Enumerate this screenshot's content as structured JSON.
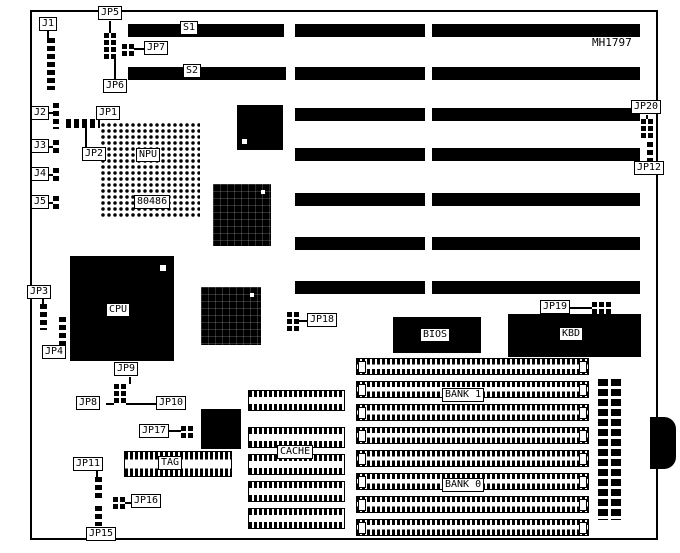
{
  "colors": {
    "ink": "#000000",
    "background": "#ffffff"
  },
  "part_number": "MH1797",
  "labels": {
    "j1": "J1",
    "j2": "J2",
    "j3": "J3",
    "j4": "J4",
    "j5": "J5",
    "jp1": "JP1",
    "jp2": "JP2",
    "jp3": "JP3",
    "jp4": "JP4",
    "jp5": "JP5",
    "jp6": "JP6",
    "jp7": "JP7",
    "jp8": "JP8",
    "jp9": "JP9",
    "jp10": "JP10",
    "jp11": "JP11",
    "jp12": "JP12",
    "jp15": "JP15",
    "jp16": "JP16",
    "jp17": "JP17",
    "jp18": "JP18",
    "jp19": "JP19",
    "jp20": "JP20",
    "s1": "S1",
    "s2": "S2",
    "npu": "NPU",
    "cpu": "CPU",
    "cpu_model": "80486",
    "bios": "BIOS",
    "kbd": "KBD",
    "tag": "TAG",
    "cache": "CACHE",
    "bank0": "BANK 0",
    "bank1": "BANK 1"
  }
}
